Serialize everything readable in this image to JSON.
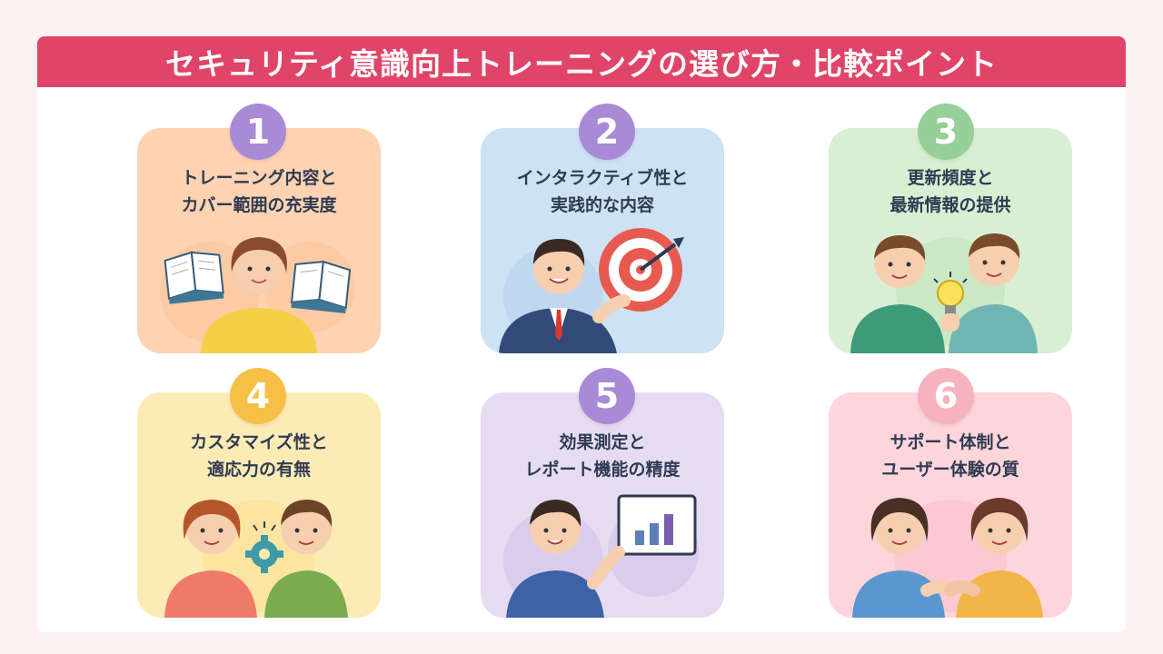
{
  "title": "セキュリティ意識向上トレーニングの選び方・比較ポイント",
  "colors": {
    "banner": "#e04468",
    "background": "#fdf1f3"
  },
  "points": [
    {
      "number": "1",
      "line1": "トレーニング内容と",
      "line2": "カバー範囲の充実度",
      "card_color": "#fdd3b2",
      "badge_color": "#a98ad6",
      "illustration": "person-holding-books-icon"
    },
    {
      "number": "2",
      "line1": "インタラクティブ性と",
      "line2": "実践的な内容",
      "card_color": "#cde2f3",
      "badge_color": "#a98ad6",
      "illustration": "man-with-target-icon"
    },
    {
      "number": "3",
      "line1": "更新頻度と",
      "line2": "最新情報の提供",
      "card_color": "#d9efd3",
      "badge_color": "#96cf97",
      "illustration": "two-people-lightbulb-icon"
    },
    {
      "number": "4",
      "line1": "カスタマイズ性と",
      "line2": "適応力の有無",
      "card_color": "#fdebb6",
      "badge_color": "#f6c046",
      "illustration": "two-people-gear-icon"
    },
    {
      "number": "5",
      "line1": "効果測定と",
      "line2": "レポート機能の精度",
      "card_color": "#e6dcf2",
      "badge_color": "#a98ad6",
      "illustration": "man-pointing-chart-icon"
    },
    {
      "number": "6",
      "line1": "サポート体制と",
      "line2": "ユーザー体験の質",
      "card_color": "#fdd5db",
      "badge_color": "#f7b2bd",
      "illustration": "two-women-handshake-icon"
    }
  ]
}
